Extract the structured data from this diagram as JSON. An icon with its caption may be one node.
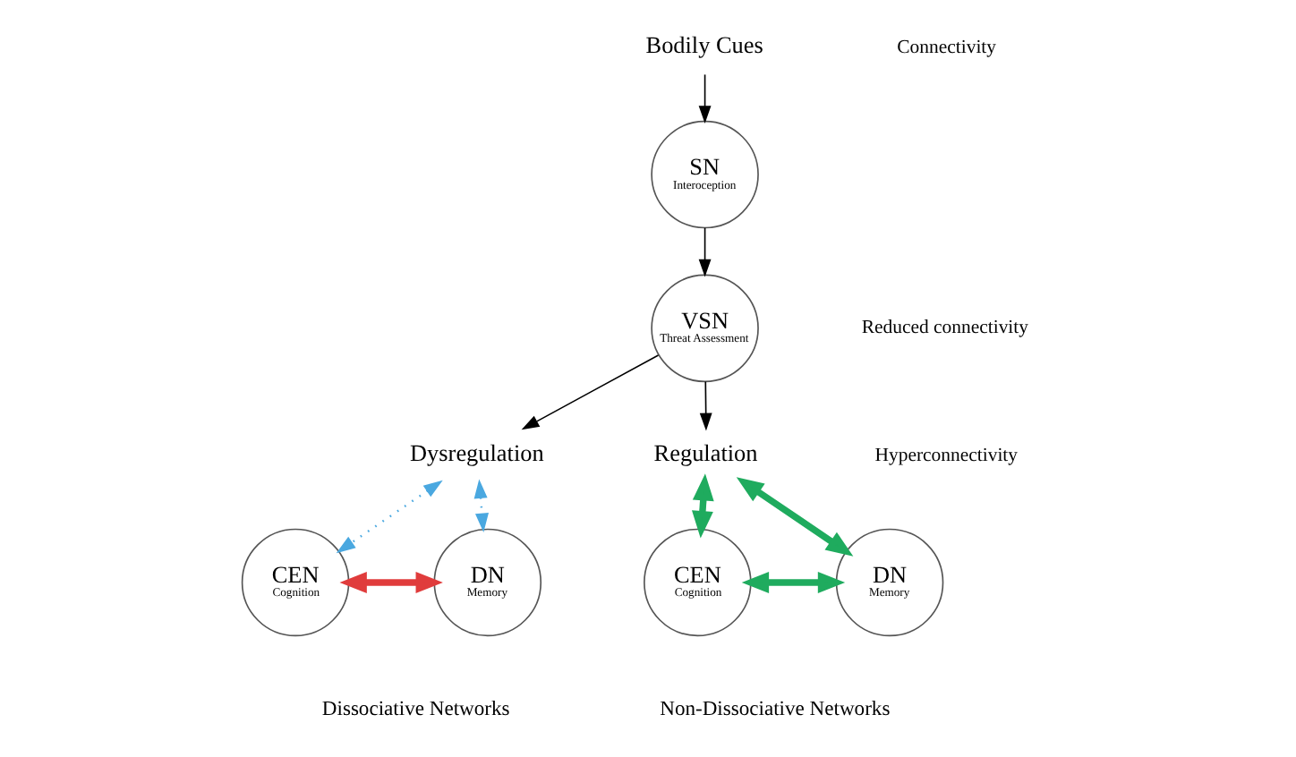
{
  "diagram": {
    "nodes": [
      {
        "text": [
          "Bodily Cues"
        ]
      },
      {
        "text": [
          "SN",
          "Interoception"
        ]
      },
      {
        "text": [
          "VSN",
          "Threat Assessment"
        ]
      },
      {
        "text": [
          "Dysregulation"
        ]
      },
      {
        "text": [
          "Regulation"
        ]
      },
      {
        "text": [
          "CEN",
          "Cognition"
        ]
      },
      {
        "text": [
          "DN",
          "Memory"
        ]
      },
      {
        "text": [
          "CEN",
          "Cognition"
        ]
      },
      {
        "text": [
          "DN",
          "Memory"
        ]
      }
    ],
    "edges": [
      {
        "from": 0,
        "to": 1,
        "arrow": "to"
      },
      {
        "from": 1,
        "to": 2,
        "arrow": "to"
      },
      {
        "from": 2,
        "to": 3,
        "arrow": "to"
      },
      {
        "from": 2,
        "to": 4,
        "arrow": "to"
      },
      {
        "from": 3,
        "to": 5,
        "arrow": "both",
        "style": "dashed",
        "color": "#4aa8e0"
      },
      {
        "from": 3,
        "to": 6,
        "arrow": "both",
        "style": "dashed",
        "color": "#4aa8e0"
      },
      {
        "from": 5,
        "to": 6,
        "arrow": "both",
        "style": "thick",
        "color": "#e03c3c"
      },
      {
        "from": 4,
        "to": 7,
        "arrow": "both",
        "style": "thick",
        "color": "#1fab5e"
      },
      {
        "from": 4,
        "to": 8,
        "arrow": "both",
        "style": "thick",
        "color": "#1fab5e"
      },
      {
        "from": 7,
        "to": 8,
        "arrow": "both",
        "style": "thick",
        "color": "#1fab5e"
      }
    ],
    "labels": [
      "Dissociative Networks",
      "Non-Dissociative Networks"
    ],
    "legend": [
      {
        "text": "Connectivity"
      },
      {
        "text": "Reduced connectivity"
      },
      {
        "text": "Hyperconnectivity"
      }
    ]
  }
}
